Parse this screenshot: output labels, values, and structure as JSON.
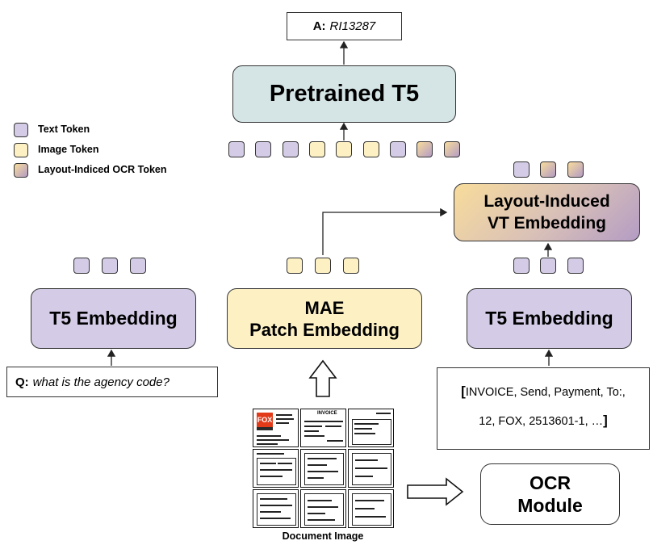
{
  "answer": {
    "prefix": "A:",
    "value": "RI13287"
  },
  "pretrained": {
    "label": "Pretrained T5"
  },
  "legend": {
    "text_token": "Text Token",
    "image_token": "Image Token",
    "layout_token": "Layout-Indiced OCR Token"
  },
  "layout_vt": {
    "line1": "Layout-Induced",
    "line2": "VT Embedding"
  },
  "t5_left": {
    "label": "T5 Embedding"
  },
  "mae": {
    "line1": "MAE",
    "line2": "Patch Embedding"
  },
  "t5_right": {
    "label": "T5 Embedding"
  },
  "question": {
    "prefix": "Q:",
    "text": "what is the agency code?"
  },
  "ocr_text": {
    "open_bracket": "[",
    "line1": "INVOICE, Send, Payment, To:,",
    "line2": "12, FOX, 2513601-1, …",
    "close_bracket": "]"
  },
  "ocr_module": {
    "line1": "OCR",
    "line2": "Module"
  },
  "document": {
    "caption": "Document Image",
    "logo_text": "FOX",
    "invoice_title": "INVOICE"
  },
  "colors": {
    "text_token": "#d4cce6",
    "image_token": "#fdf1c4",
    "layout_gradient_start": "#f8dc9c",
    "layout_gradient_end": "#b49cc4",
    "pretrained_bg": "#d5e5e6",
    "t5_bg": "#d4cce6",
    "mae_bg": "#fdf1c4"
  }
}
